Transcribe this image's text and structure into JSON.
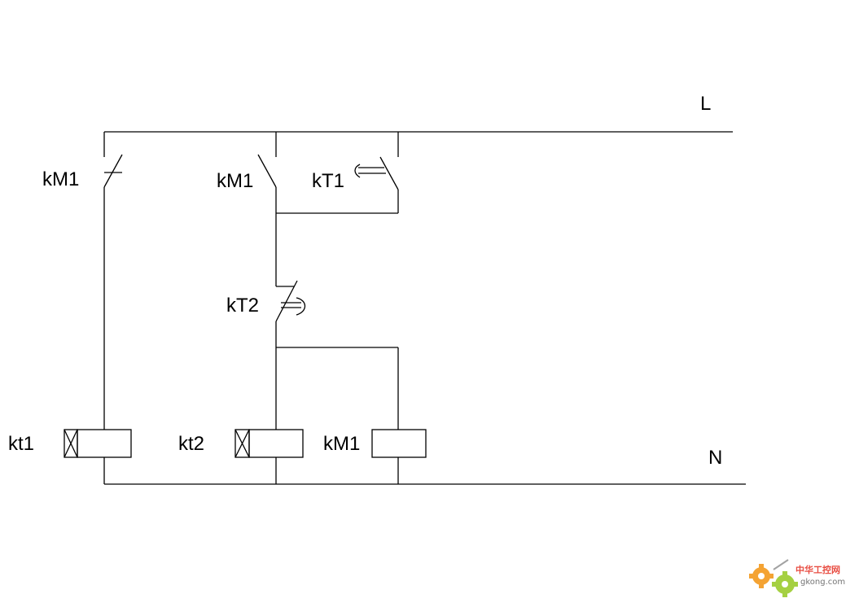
{
  "diagram": {
    "rails": {
      "line": "L",
      "neutral": "N"
    },
    "contacts": [
      {
        "id": "km1-nc",
        "label": "kM1",
        "kind": "normally-closed"
      },
      {
        "id": "km1-no",
        "label": "kM1",
        "kind": "normally-open"
      },
      {
        "id": "kt1-no",
        "label": "kT1",
        "kind": "timed normally-open"
      },
      {
        "id": "kt2-nc",
        "label": "kT2",
        "kind": "timed normally-closed"
      }
    ],
    "coils": [
      {
        "id": "kt1-coil",
        "label": "kt1",
        "kind": "time-delay coil"
      },
      {
        "id": "kt2-coil",
        "label": "kt2",
        "kind": "time-delay coil"
      },
      {
        "id": "km1-coil",
        "label": "kM1",
        "kind": "contactor coil"
      }
    ]
  },
  "watermark": {
    "brand_text": "中华工控网",
    "domain_text": "gkong.com",
    "colors": {
      "orange": "#f39a1e",
      "green": "#9ccc2e",
      "red": "#e63a2e",
      "grey": "#666666"
    }
  }
}
